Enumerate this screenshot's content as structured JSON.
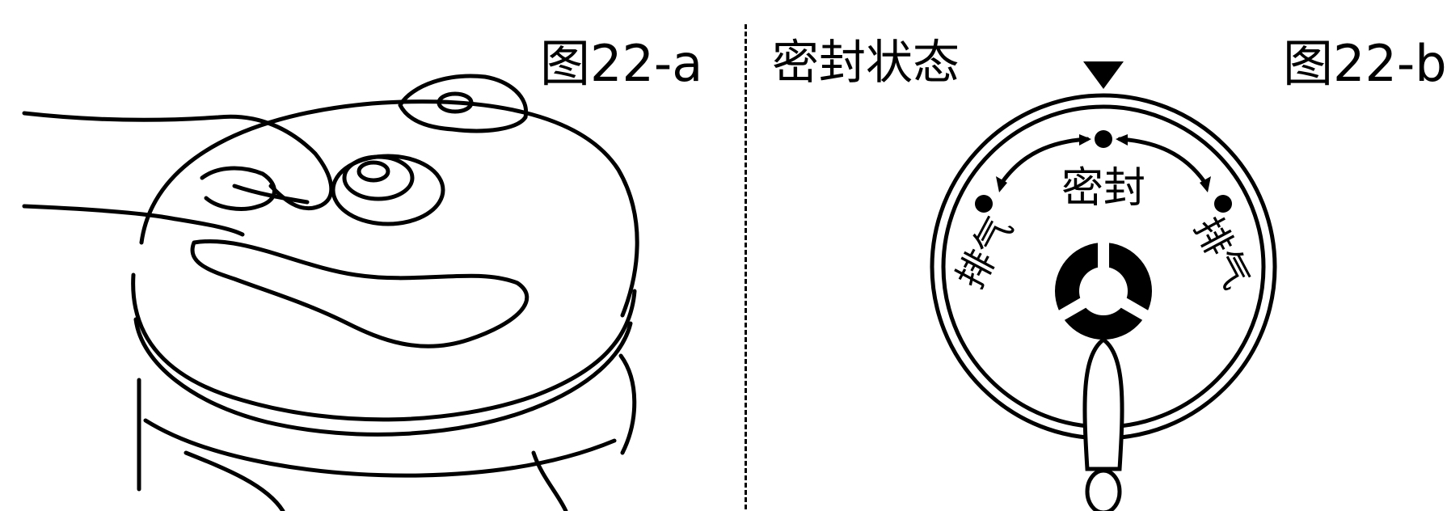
{
  "figure_a": {
    "label": "图22-a"
  },
  "figure_b": {
    "label": "图22-b",
    "state_label": "密封状态",
    "dial": {
      "center_label": "密封",
      "left_label": "排气",
      "right_label": "排气"
    }
  }
}
